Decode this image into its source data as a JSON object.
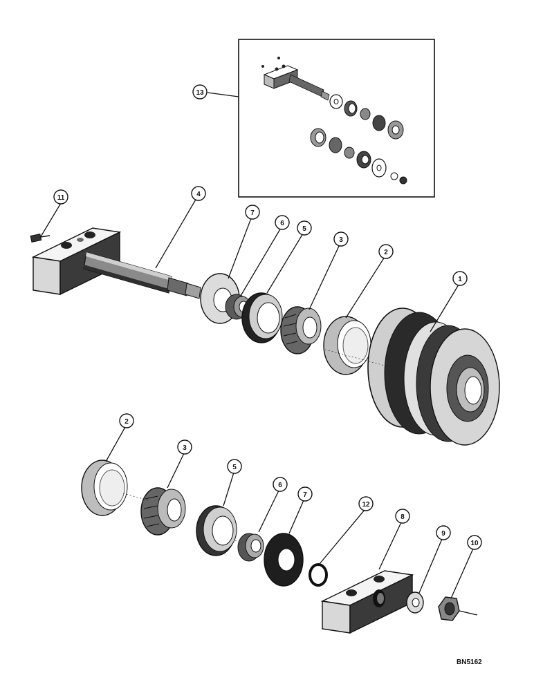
{
  "callouts": [
    {
      "id": "c13",
      "label": "13"
    },
    {
      "id": "c11",
      "label": "11"
    },
    {
      "id": "c4",
      "label": "4"
    },
    {
      "id": "c7a",
      "label": "7"
    },
    {
      "id": "c6a",
      "label": "6"
    },
    {
      "id": "c5a",
      "label": "5"
    },
    {
      "id": "c3a",
      "label": "3"
    },
    {
      "id": "c2a",
      "label": "2"
    },
    {
      "id": "c1",
      "label": "1"
    },
    {
      "id": "c2b",
      "label": "2"
    },
    {
      "id": "c3b",
      "label": "3"
    },
    {
      "id": "c5b",
      "label": "5"
    },
    {
      "id": "c6b",
      "label": "6"
    },
    {
      "id": "c7b",
      "label": "7"
    },
    {
      "id": "c12",
      "label": "12"
    },
    {
      "id": "c8",
      "label": "8"
    },
    {
      "id": "c9",
      "label": "9"
    },
    {
      "id": "c10",
      "label": "10"
    }
  ],
  "figure_code": "BN5162"
}
